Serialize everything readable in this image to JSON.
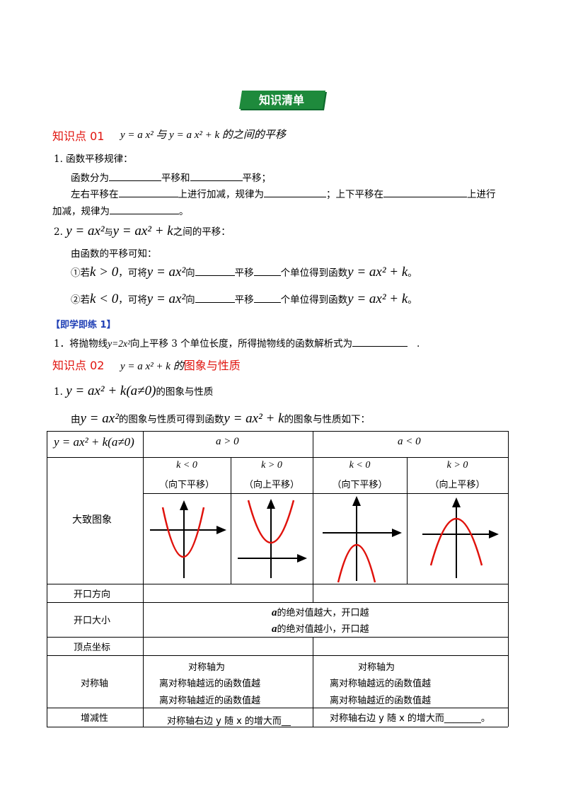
{
  "banner": {
    "title": "知识清单",
    "color": "#1e8a3c"
  },
  "kp1": {
    "label": "知识点 01",
    "formula": "y = a x² 与 y = a x² + k 的之间的平移"
  },
  "sec1": {
    "heading": "1. 函数平移规律：",
    "line1_a": "函数分为",
    "line1_b": "平移和",
    "line1_c": "平移；",
    "line2_a": "左右平移在",
    "line2_b": "上进行加减，规律为",
    "line2_c": "；上下平移在",
    "line2_d": "上进行",
    "line3_a": "加减，规律为",
    "line3_b": "。"
  },
  "sec2": {
    "num": "2.",
    "f1": "y = ax²",
    "mid": "与",
    "f2": "y = ax² + k",
    "tail": "之间的平移：",
    "intro": "由函数的平移可知：",
    "r1_a": "①若",
    "r1_cond": "k > 0",
    "r1_b": "，可将",
    "r1_f": "y = ax²",
    "r1_c": "向",
    "r1_d": "平移",
    "r1_e": "个单位得到函数",
    "r1_g": "y = ax² + k",
    "r1_end": "。",
    "r2_a": "②若",
    "r2_cond": "k < 0",
    "r2_b": "，可将",
    "r2_f": "y = ax²",
    "r2_c": "向",
    "r2_d": "平移",
    "r2_e": "个单位得到函数",
    "r2_g": "y = ax² + k",
    "r2_end": "。"
  },
  "practice": {
    "label": "【即学即练 1】",
    "q_a": "1．将抛物线",
    "q_f": "y=2x²",
    "q_b": "向上平移 3 个单位长度，所得抛物线的函数解析式为",
    "q_end": "."
  },
  "kp2": {
    "label": "知识点 02",
    "formula": "y = a x² + k 的",
    "title": "图象与性质"
  },
  "sec3": {
    "num": "1.",
    "f": "y = ax² + k(a≠0)",
    "tail": "的图象与性质",
    "l2_a": "由",
    "l2_f": "y = ax²",
    "l2_b": "的图象与性质可得到函数",
    "l2_g": "y = ax² + k",
    "l2_c": "的图象与性质如下："
  },
  "table": {
    "head_formula": "y = ax² + k(a≠0)",
    "head_apos": "a > 0",
    "head_aneg": "a < 0",
    "sub": [
      {
        "cond": "k < 0",
        "desc": "（向下平移）"
      },
      {
        "cond": "k > 0",
        "desc": "（向上平移）"
      },
      {
        "cond": "k < 0",
        "desc": "（向下平移）"
      },
      {
        "cond": "k > 0",
        "desc": "（向上平移）"
      }
    ],
    "row_graph": "大致图象",
    "row_open_dir": "开口方向",
    "row_open_size": "开口大小",
    "open_size_1_var": "a",
    "open_size_1": "的绝对值越大，开口越",
    "open_size_2_var": "a",
    "open_size_2": "的绝对值越小，开口越",
    "row_vertex": "顶点坐标",
    "row_axis": "对称轴",
    "axis_left": [
      "对称轴为",
      "离对称轴越远的函数值越",
      "离对称轴越近的函数值越"
    ],
    "axis_right": [
      "对称轴为",
      "离对称轴越远的函数值越",
      "离对称轴越近的函数值越"
    ],
    "row_mono": "增减性",
    "mono_left": "对称轴右边 y 随 x 的增大而__",
    "mono_right": "对称轴右边 y 随 x 的增大而________。",
    "curve_color": "#e0120c"
  }
}
